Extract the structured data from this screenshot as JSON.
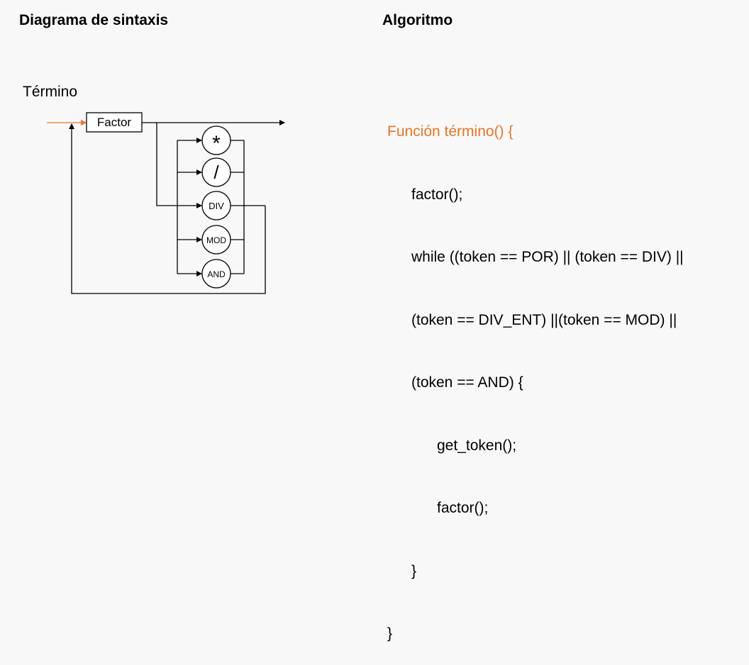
{
  "headings": {
    "left": "Diagrama de sintaxis",
    "right": "Algoritmo"
  },
  "diagram": {
    "rule_name": "Término",
    "box_label": "Factor",
    "operators": [
      "*",
      "/",
      "DIV",
      "MOD",
      "AND"
    ],
    "colors": {
      "entry_arrow": "#e8752a",
      "lines": "#000000"
    }
  },
  "code": {
    "lines": [
      "Función término() {",
      "factor();",
      "while ((token == POR) || (token == DIV) ||",
      "(token == DIV_ENT) ||(token == MOD) ||",
      "(token == AND) {",
      "get_token();",
      "factor();",
      "}",
      "}"
    ],
    "accent_color": "#e8752a"
  }
}
